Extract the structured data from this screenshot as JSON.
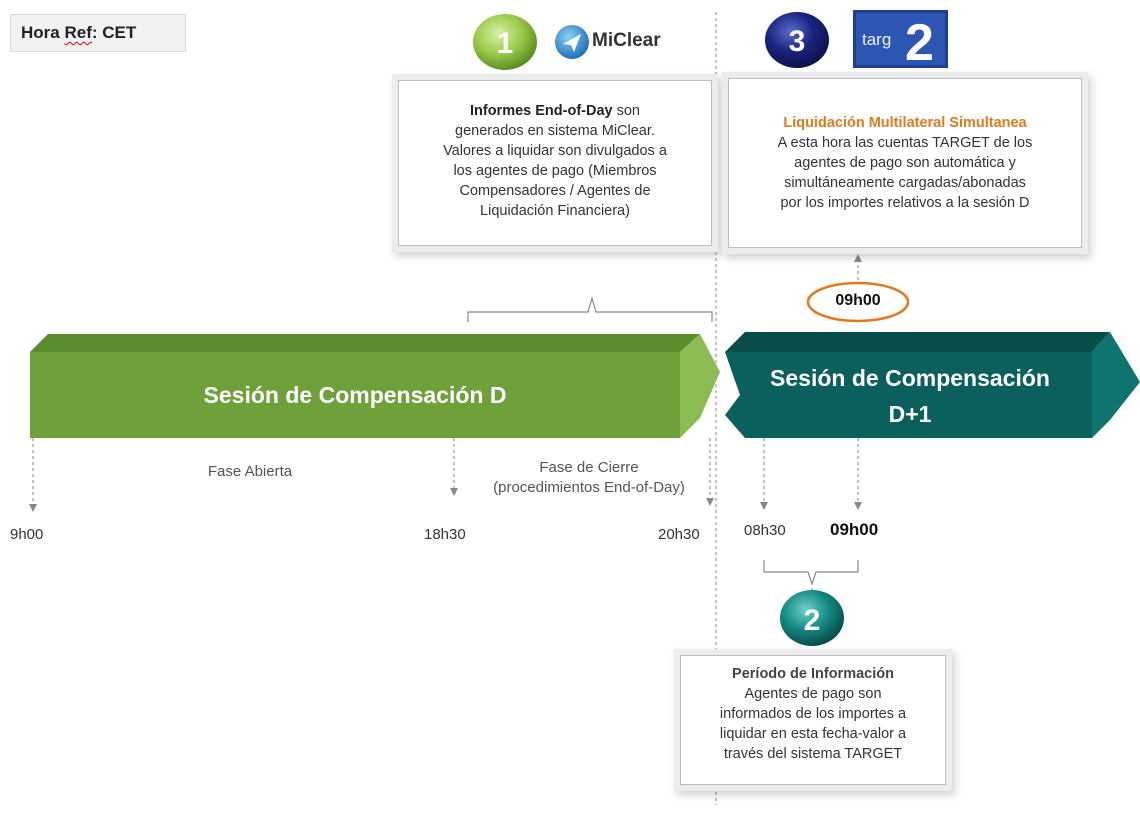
{
  "ref": {
    "label": "Hora",
    "underlined": "Ref",
    "rest": ": CET"
  },
  "steps": [
    {
      "number": "1",
      "color": "#8cc43c"
    },
    {
      "number": "3",
      "color": "#1a237e"
    },
    {
      "number": "2",
      "color": "#117a7a"
    }
  ],
  "logos": {
    "miclear": "MiClear",
    "target_text": "targ",
    "target_digit": "2"
  },
  "callout1": {
    "bold": "Informes End-of-Day",
    "rest_first": " son",
    "lines": [
      "generados en sistema MiClear.",
      "Valores a liquidar son divulgados a",
      "los agentes de pago (Miembros",
      "Compensadores / Agentes de",
      "Liquidación Financiera)"
    ]
  },
  "callout3": {
    "title": "Liquidación Multilateral Simultanea",
    "lines": [
      "A esta hora las cuentas TARGET de los",
      "agentes de pago son automática y",
      "simultáneamente cargadas/abonadas",
      "por los importes relativos a la sesión D"
    ]
  },
  "callout2": {
    "title": "Período de Información",
    "lines": [
      "Agentes de pago son",
      "informados de los importes a",
      "liquidar en esta fecha-valor a",
      "través del sistema TARGET"
    ]
  },
  "sessions": {
    "d": "Sesión de Compensación D",
    "d1_line1": "Sesión de Compensación",
    "d1_line2": "D+1"
  },
  "phases": {
    "open": "Fase Abierta",
    "close_line1": "Fase de Cierre",
    "close_line2": "(procedimientos End-of-Day)"
  },
  "times": {
    "t0900": "9h00",
    "t1830": "18h30",
    "t2030": "20h30",
    "t0830": "08h30",
    "t0900_d1": "09h00",
    "oval": "09h00"
  },
  "colors": {
    "green": "#70a03a",
    "green_dark": "#4f7a27",
    "teal": "#0b5f5c",
    "teal_dark": "#07403e",
    "orange": "#e07a1f"
  }
}
